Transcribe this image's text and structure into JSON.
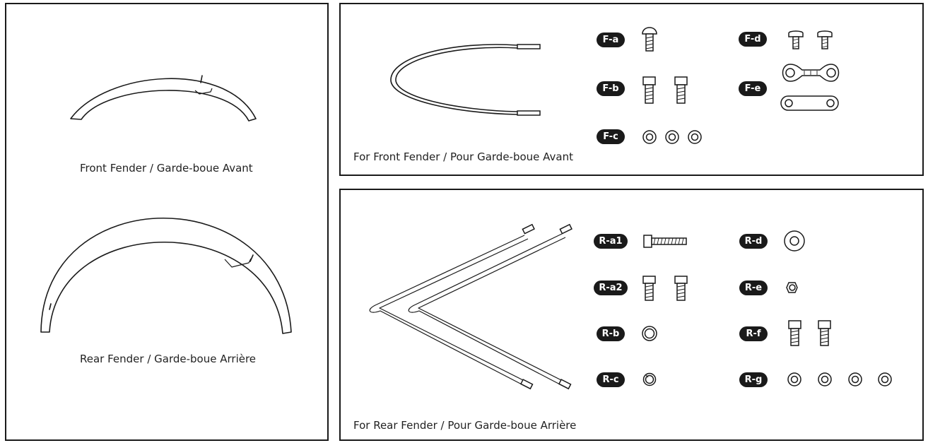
{
  "left_panel": {
    "front_caption": "Front Fender / Garde-boue Avant",
    "rear_caption": "Rear Fender / Garde-boue Arrière"
  },
  "front_panel": {
    "caption": "For Front Fender / Pour Garde-boue Avant",
    "labels": {
      "fa": "F-a",
      "fb": "F-b",
      "fc": "F-c",
      "fd": "F-d",
      "fe": "F-e"
    }
  },
  "rear_panel": {
    "caption": "For Rear Fender / Pour Garde-boue Arrière",
    "labels": {
      "ra1": "R-a1",
      "ra2": "R-a2",
      "rb": "R-b",
      "rc": "R-c",
      "rd": "R-d",
      "re": "R-e",
      "rf": "R-f",
      "rg": "R-g"
    }
  }
}
